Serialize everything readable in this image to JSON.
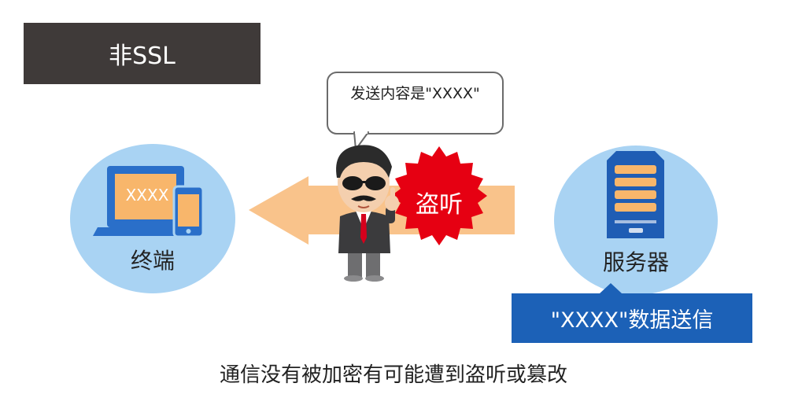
{
  "header": {
    "title": "非SSL"
  },
  "terminal": {
    "label": "终端",
    "screen_text": "XXXX"
  },
  "server": {
    "label": "服务器"
  },
  "speech_bubble": {
    "text": "发送内容是\"XXXX\""
  },
  "eavesdrop": {
    "label": "盗听"
  },
  "send_box": {
    "text": "\"XXXX\"数据送信"
  },
  "caption": {
    "text": "通信没有被加密有可能遭到盗听或篡改"
  },
  "colors": {
    "circle": "#a9d3f3",
    "arrow": "#f9c38b",
    "burst": "#e60012",
    "send_box": "#1c61b7",
    "title_bar": "#3f3a39",
    "device": "#2a6fc9",
    "server_led": "#f8b66b"
  }
}
